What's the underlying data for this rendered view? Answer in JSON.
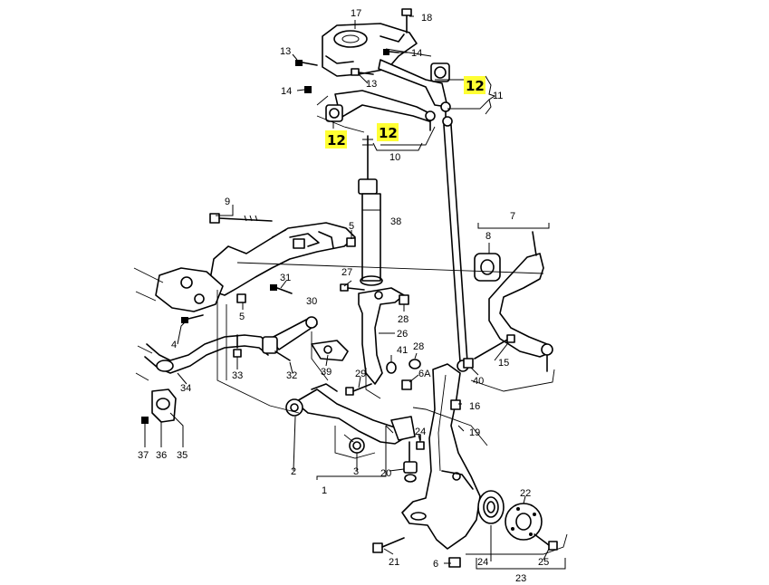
{
  "highlight_color": "#ffff33",
  "callouts": {
    "c1": "1",
    "c2": "2",
    "c3": "3",
    "c4": "4",
    "c5a": "5",
    "c5b": "5",
    "c6": "6",
    "c6a": "6A",
    "c7": "7",
    "c8": "8",
    "c9": "9",
    "c10": "10",
    "c11": "11",
    "c12a": "12",
    "c12b": "12",
    "c12c": "12",
    "c13a": "13",
    "c13b": "13",
    "c14a": "14",
    "c14b": "14",
    "c15": "15",
    "c16": "16",
    "c17": "17",
    "c18": "18",
    "c19": "19",
    "c20": "20",
    "c21": "21",
    "c22": "22",
    "c23": "23",
    "c24a": "24",
    "c24b": "24",
    "c25": "25",
    "c26": "26",
    "c27": "27",
    "c28a": "28",
    "c28b": "28",
    "c29": "29",
    "c30": "30",
    "c31": "31",
    "c32": "32",
    "c33": "33",
    "c34": "34",
    "c35": "35",
    "c36": "36",
    "c37": "37",
    "c38": "38",
    "c39": "39",
    "c40": "40",
    "c41": "41"
  }
}
